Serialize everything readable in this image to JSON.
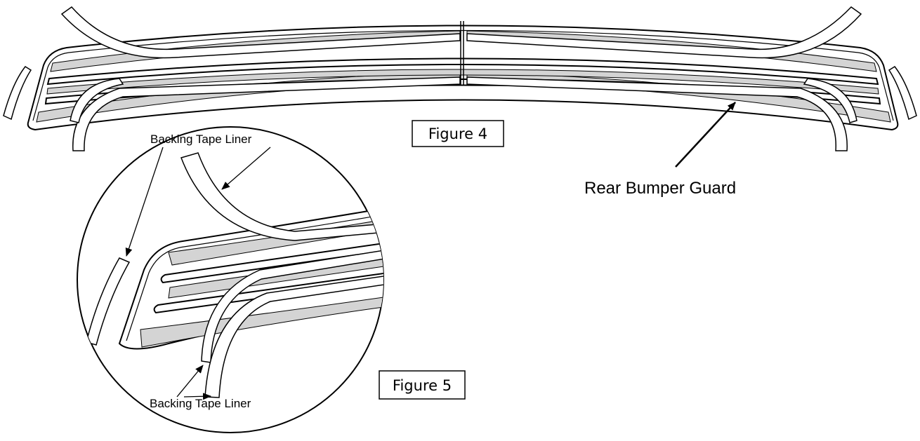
{
  "figure4": {
    "label": "Figure 4",
    "callout_bumper": "Rear Bumper Guard"
  },
  "figure5": {
    "label": "Figure 5",
    "callout_liner_top": "Backing Tape Liner",
    "callout_liner_bottom": "Backing Tape Liner"
  },
  "colors": {
    "ink": "#000000",
    "tape": "#d4d4d4",
    "paper": "#ffffff"
  }
}
